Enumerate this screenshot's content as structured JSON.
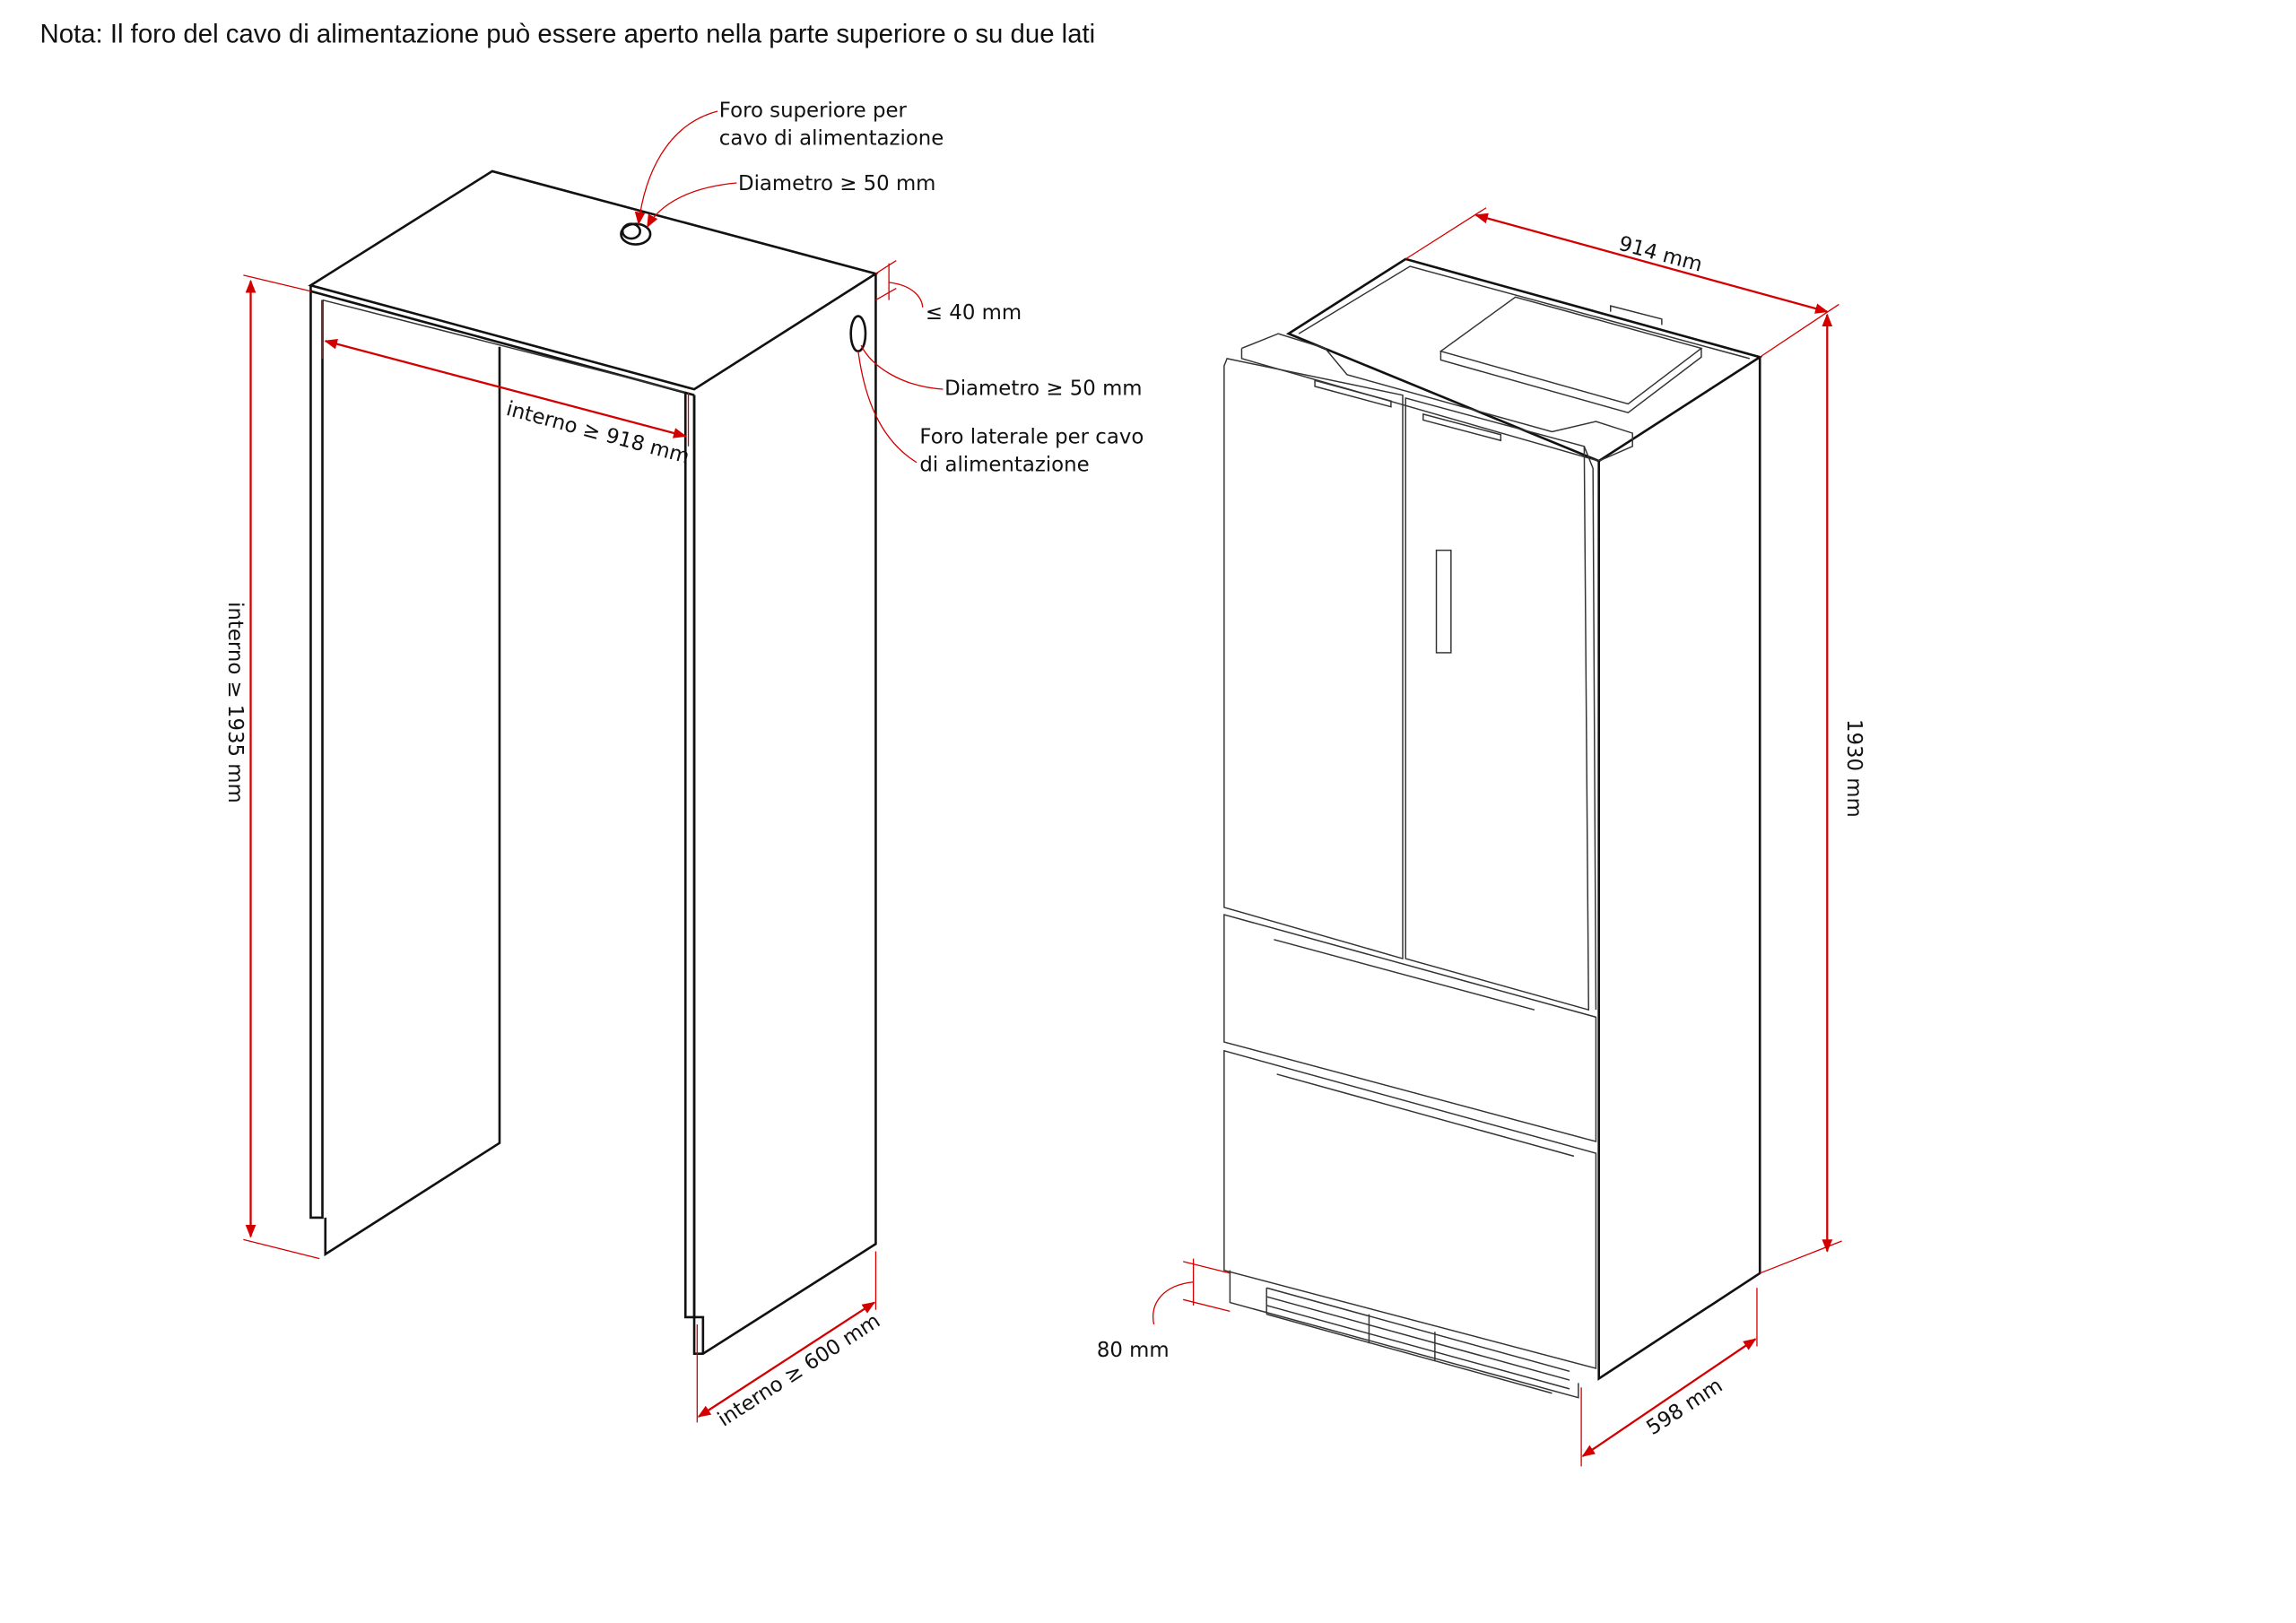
{
  "note": "Nota: Il foro del cavo di alimentazione può essere aperto nella parte superiore o su due lati",
  "cabinet": {
    "top_hole_label_line1": "Foro superiore per",
    "top_hole_label_line2": "cavo di alimentazione",
    "top_hole_diameter": "Diametro ≥ 50 mm",
    "side_hole_offset": "≤ 40 mm",
    "side_hole_diameter": "Diametro ≥ 50 mm",
    "side_hole_label_line1": "Foro laterale per cavo",
    "side_hole_label_line2": "di alimentazione",
    "width": "interno ≥ 918 mm",
    "height": "interno ≥ 1935 mm",
    "depth": "interno ≥ 600 mm"
  },
  "fridge": {
    "width": "914 mm",
    "height": "1930 mm",
    "depth": "598 mm",
    "base_clearance": "80 mm"
  },
  "colors": {
    "dimension": "#d40000",
    "outline": "#111111"
  }
}
